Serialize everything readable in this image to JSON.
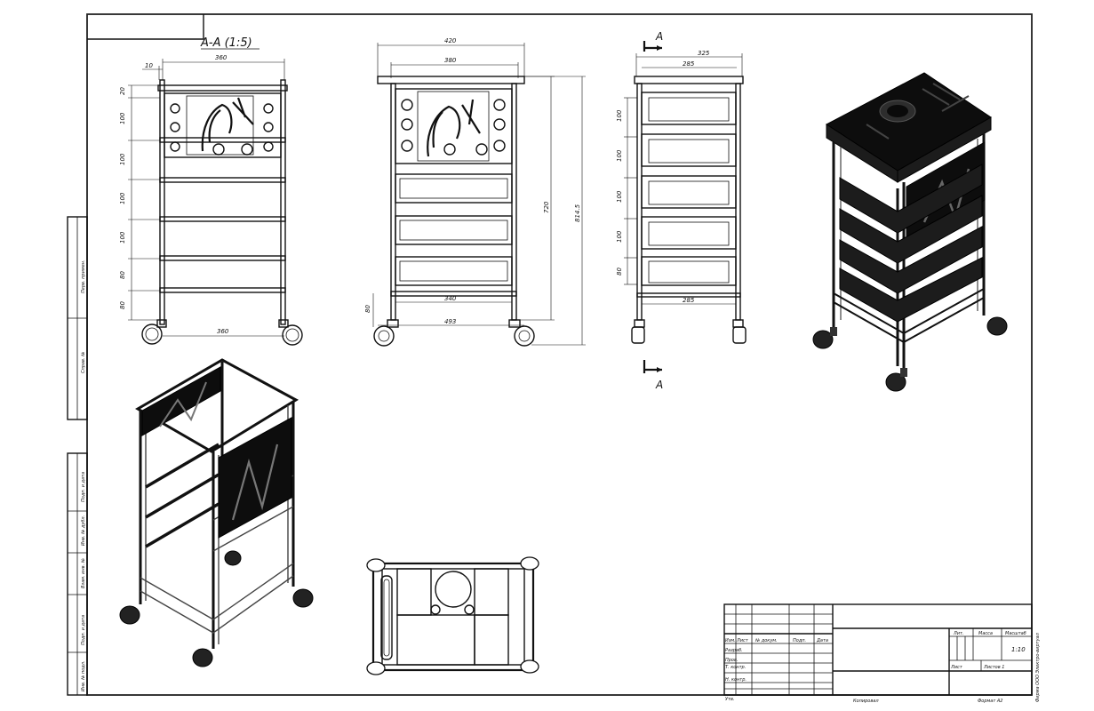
{
  "drawing": {
    "section_label": "A-A (1:5)",
    "cut_marker_top": "A",
    "cut_marker_bottom": "A"
  },
  "views": {
    "section": {
      "dim_top": "360",
      "dim_offset": "10",
      "dim_bottom": "360",
      "vertical_dims": [
        "20",
        "100",
        "100",
        "100",
        "100",
        "80",
        "80"
      ]
    },
    "front": {
      "dim_outer": "420",
      "dim_inner": "380",
      "dim_height_inner": "720",
      "dim_height_total": "814.5",
      "dim_bottom_inner": "340",
      "dim_bottom_outer": "493",
      "dim_wheel": "80"
    },
    "side": {
      "dim_outer": "325",
      "dim_inner": "285",
      "dim_bottom": "285",
      "vertical_dims": [
        "100",
        "100",
        "100",
        "100",
        "80"
      ]
    }
  },
  "left_margin": {
    "upper_box": [
      "Перв. примен.",
      "Справ. №"
    ],
    "lower_box": [
      "Подп. и дата",
      "Инв. № дубл.",
      "Взам. инв. №",
      "Подп. и дата",
      "Инв. № подл."
    ]
  },
  "title_block": {
    "col_headers": [
      "Изм.",
      "Лист",
      "№ докум.",
      "Подп.",
      "Дата"
    ],
    "rows": [
      "Разраб.",
      "Пров.",
      "Т. контр.",
      "Н. контр.",
      "Утв."
    ],
    "lit_header": "Лит.",
    "mass_header": "Масса",
    "scale_header": "Масштаб",
    "scale_value": "1:10",
    "sheet_label": "Лист",
    "sheets_label": "Листов 1",
    "side_text": "Фирма ООО Электро-виртуал",
    "bottom_copy": "Копировал",
    "bottom_format": "Формат A2"
  },
  "colors": {
    "line": "#111111",
    "fill_dark": "#1c1c1c",
    "paper": "#ffffff"
  }
}
